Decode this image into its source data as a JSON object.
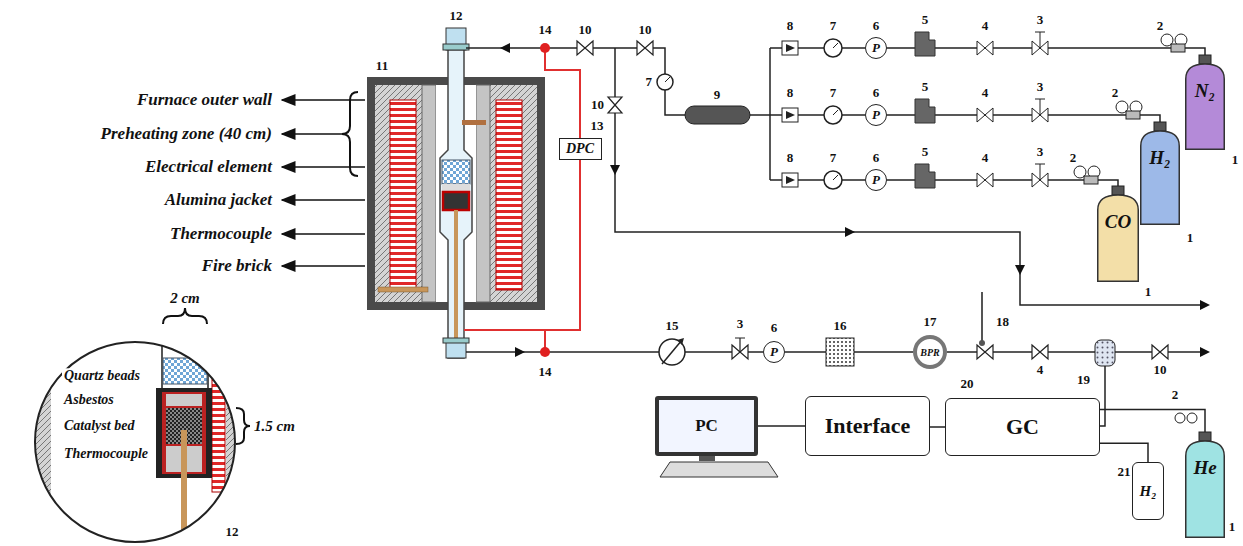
{
  "diagram": {
    "nodes": [
      {
        "text": [
          "DPC"
        ]
      },
      {
        "text": [
          "P"
        ]
      },
      {
        "text": [
          "P"
        ]
      },
      {
        "text": [
          "P"
        ]
      },
      {
        "text": [
          "P"
        ]
      },
      {
        "text": [
          "N₂"
        ]
      },
      {
        "text": [
          "H₂"
        ]
      },
      {
        "text": [
          "CO"
        ]
      },
      {
        "text": [
          "BPR"
        ]
      },
      {
        "text": [
          "PC"
        ]
      },
      {
        "text": [
          "Interface"
        ]
      },
      {
        "text": [
          "GC"
        ]
      },
      {
        "text": [
          "H₂"
        ]
      },
      {
        "text": [
          "He"
        ]
      }
    ],
    "edges": [
      {
        "from": 9,
        "to": 10,
        "arrow": "none"
      },
      {
        "from": 10,
        "to": 11,
        "arrow": "none"
      },
      {
        "from": 11,
        "to": 12,
        "arrow": "none"
      },
      {
        "from": 11,
        "to": 13,
        "arrow": "none"
      },
      {
        "from": 1,
        "to": 5,
        "arrow": "none"
      },
      {
        "from": 2,
        "to": 6,
        "arrow": "none"
      },
      {
        "from": 3,
        "to": 7,
        "arrow": "none"
      },
      {
        "from": 4,
        "to": 8,
        "arrow": "none"
      }
    ],
    "labels": [
      "Furnace outer wall",
      "Preheating zone (40 cm)",
      "Electrical element",
      "Alumina jacket",
      "Thermocouple",
      "Fire brick",
      "2 cm",
      "Quartz beads",
      "Asbestos",
      "Catalyst bed",
      "Thermocouple",
      "1.5 cm",
      "12",
      "11",
      "12",
      "14",
      "14",
      "13",
      "10",
      "10",
      "10",
      "7",
      "9",
      "8",
      "8",
      "8",
      "7",
      "7",
      "7",
      "6",
      "6",
      "6",
      "5",
      "5",
      "5",
      "4",
      "4",
      "4",
      "3",
      "3",
      "3",
      "2",
      "2",
      "2",
      "1",
      "1",
      "1",
      "15",
      "3",
      "6",
      "16",
      "17",
      "18",
      "4",
      "19",
      "10",
      "2",
      "1",
      "20",
      "21"
    ]
  }
}
